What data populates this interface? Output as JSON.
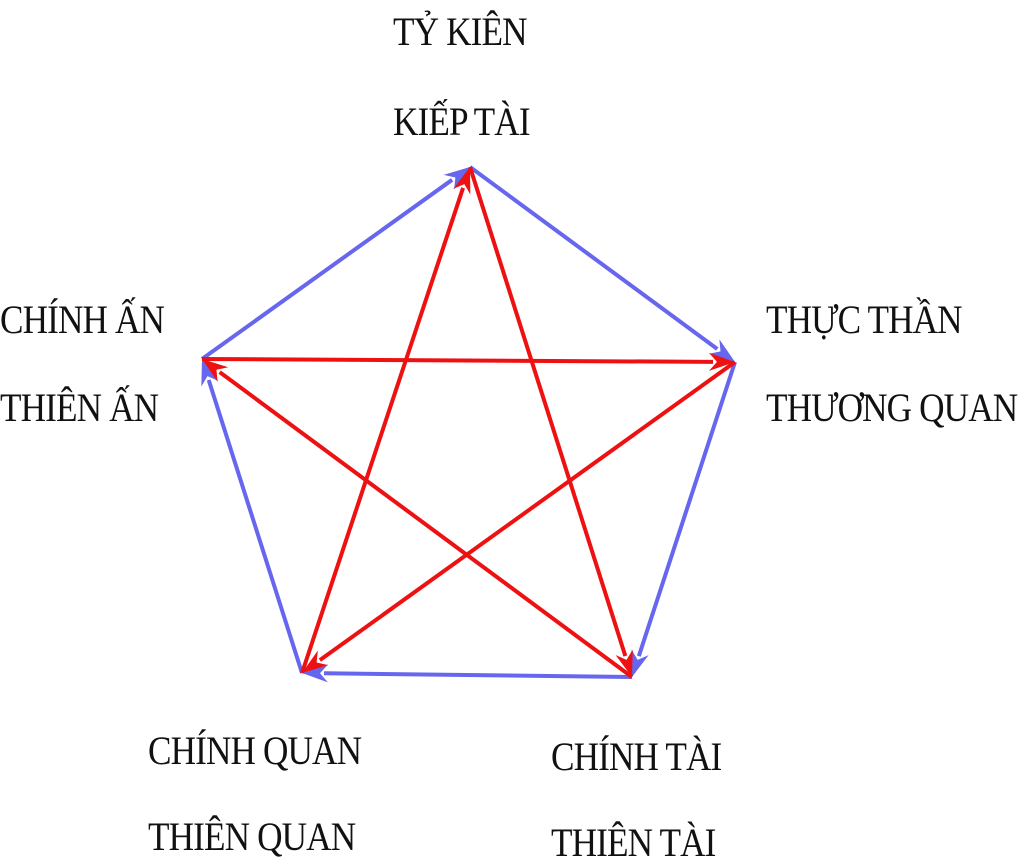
{
  "nodes": [
    {
      "id": "top",
      "lines": [
        "TỶ KIÊN",
        "KIẾP TÀI"
      ]
    },
    {
      "id": "right",
      "lines": [
        "THỰC THẦN",
        "THƯƠNG QUAN"
      ]
    },
    {
      "id": "bottom_right",
      "lines": [
        "CHÍNH TÀI",
        "THIÊN TÀI"
      ]
    },
    {
      "id": "bottom_left",
      "lines": [
        "CHÍNH QUAN",
        "THIÊN QUAN"
      ]
    },
    {
      "id": "left",
      "lines": [
        "CHÍNH ẤN",
        "THIÊN ẤN"
      ]
    }
  ],
  "edge_colors": {
    "generating": "#6666ee",
    "controlling": "#ee1111"
  },
  "generating_edges": [
    {
      "from": "left",
      "to": "top"
    },
    {
      "from": "top",
      "to": "right"
    },
    {
      "from": "right",
      "to": "bottom_right"
    },
    {
      "from": "bottom_right",
      "to": "bottom_left"
    },
    {
      "from": "bottom_left",
      "to": "left"
    }
  ],
  "controlling_edges": [
    {
      "from": "left",
      "to": "right"
    },
    {
      "from": "top",
      "to": "bottom_right"
    },
    {
      "from": "right",
      "to": "bottom_left"
    },
    {
      "from": "bottom_right",
      "to": "left"
    },
    {
      "from": "bottom_left",
      "to": "top"
    }
  ]
}
